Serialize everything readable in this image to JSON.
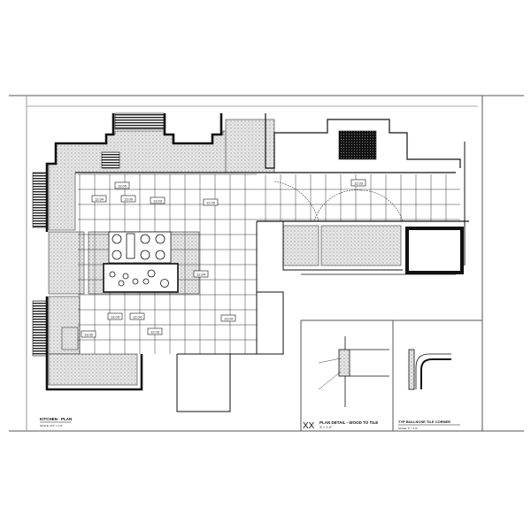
{
  "sheet": {
    "main_view": {
      "title": "KITCHEN - PLAN",
      "scale": "SCALE: 1/4\" = 1'-0\""
    },
    "detail_1": {
      "number": "XX",
      "title": "PLAN DETAIL - WOOD TO TILE",
      "scale": "3\" = 1'-0\""
    },
    "detail_2": {
      "title": "TYP BULLNOSE TILE CORNER",
      "scale": "SCALE: 3\" = 1'-0\""
    }
  },
  "tags": [
    {
      "label": "12.04"
    },
    {
      "label": "13.00"
    },
    {
      "label": "13.03"
    },
    {
      "label": "12.05"
    },
    {
      "label": "13.00"
    },
    {
      "label": "12.03"
    },
    {
      "label": "12.04"
    },
    {
      "label": "13.00"
    },
    {
      "label": "13.03"
    },
    {
      "label": "12.04"
    },
    {
      "label": "12.03"
    },
    {
      "label": "13.04"
    }
  ],
  "colors": {
    "line": "#111111",
    "fill": "#d8d8d8",
    "dark": "#1a1a1a"
  }
}
